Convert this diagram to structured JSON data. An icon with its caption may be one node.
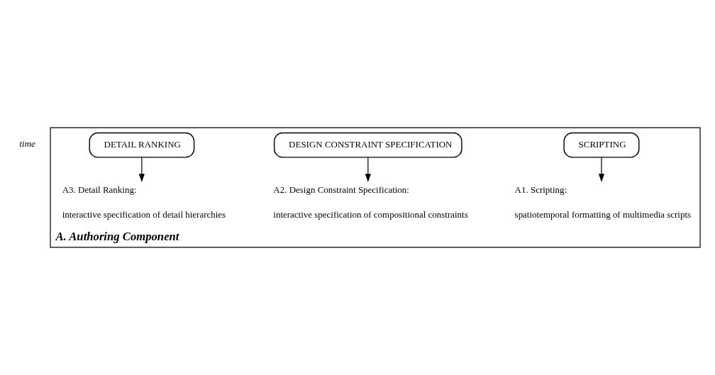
{
  "diagram": {
    "nodes": [
      {
        "text": [
          "A. Authoring Component"
        ]
      },
      {
        "text": [
          "SCRIPTING"
        ],
        "in": 0
      },
      {
        "text": [
          "A1. Scripting:",
          "spatiotemporal formatting of multimedia scripts"
        ],
        "in": 0
      },
      {
        "text": [
          "DESIGN CONSTRAINT SPECIFICATION"
        ],
        "in": 0
      },
      {
        "text": [
          "A2. Design Constraint Specification:",
          "interactive specification of compositional constraints"
        ],
        "in": 0
      },
      {
        "text": [
          "DETAIL RANKING"
        ],
        "in": 0
      },
      {
        "text": [
          "A3. Detail Ranking:",
          "interactive specification of detail hierarchies"
        ],
        "in": 0
      }
    ],
    "edges": [
      {
        "from": 1,
        "to": 2,
        "arrow": "to"
      },
      {
        "from": 3,
        "to": 4,
        "arrow": "to"
      },
      {
        "from": 5,
        "to": 6,
        "arrow": "to"
      }
    ],
    "labels": [
      "time"
    ]
  }
}
